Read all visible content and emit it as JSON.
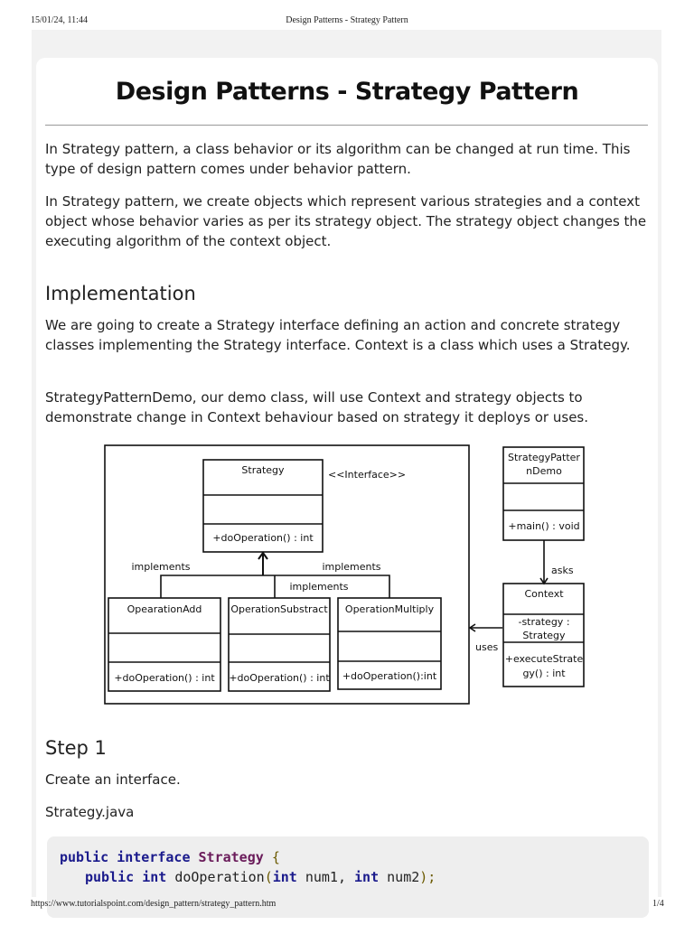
{
  "print_header": {
    "datetime": "15/01/24, 11:44",
    "title": "Design Patterns - Strategy Pattern"
  },
  "print_footer": {
    "url": "https://www.tutorialspoint.com/design_pattern/strategy_pattern.htm",
    "page": "1/4"
  },
  "title": "Design Patterns - Strategy Pattern",
  "intro": [
    "In Strategy pattern, a class behavior or its algorithm can be changed at run time. This type of design pattern comes under behavior pattern.",
    "In Strategy pattern, we create objects which represent various strategies and a context object whose behavior varies as per its strategy object. The strategy object changes the executing algorithm of the context object."
  ],
  "implementation": {
    "heading": "Implementation",
    "paragraphs": [
      "We are going to create a Strategy interface defining an action and concrete strategy classes implementing the Strategy interface. Context is a class which uses a Strategy.",
      "StrategyPatternDemo, our demo class, will use Context and strategy objects to demonstrate change in Context behaviour based on strategy it deploys or uses."
    ]
  },
  "diagram": {
    "strategy": {
      "name": "Strategy",
      "stereotype": "<<Interface>>",
      "method": "+doOperation()  : int"
    },
    "implements": "implements",
    "add": {
      "name": "OpearationAdd",
      "method": "+doOperation()  : int"
    },
    "sub": {
      "name": "OperationSubstract",
      "method": "+doOperation()  : int"
    },
    "mul": {
      "name": "OperationMultiply",
      "method": "+doOperation():int"
    },
    "demo": {
      "name1": "StrategyPatter",
      "name2": "nDemo",
      "method": "+main() : void"
    },
    "asks": "asks",
    "uses": "uses",
    "context": {
      "name": "Context",
      "field1": "-strategy :",
      "field2": "Strategy",
      "method1": "+executeStrate",
      "method2": "gy() : int"
    }
  },
  "step1": {
    "heading": "Step 1",
    "text": "Create an interface.",
    "filename": "Strategy.java"
  },
  "code": {
    "l1_kw": "public interface",
    "l1_ty": "Strategy",
    "l1_br": "{",
    "l2_kw": "public int",
    "l2_fn": "doOperation",
    "l2_p1": "(",
    "l2_int1": "int",
    "l2_a1": "num1,",
    "l2_int2": "int",
    "l2_a2": "num2",
    ")": ")",
    "l2_end": ");"
  }
}
